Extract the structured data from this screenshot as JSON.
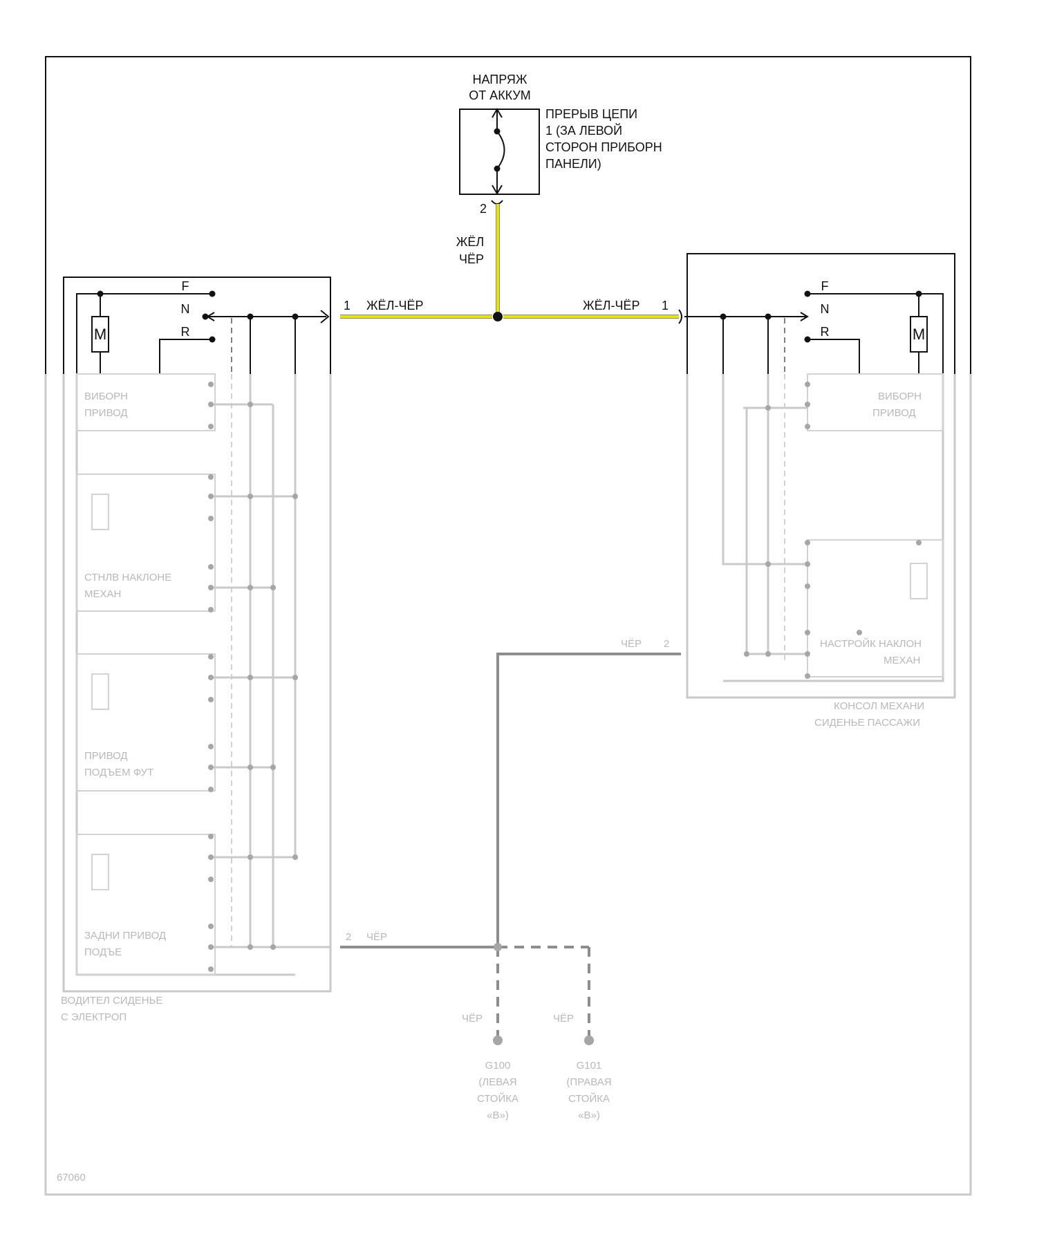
{
  "power": {
    "line1": "НАПРЯЖ",
    "line2": "ОТ АККУМ"
  },
  "breaker": {
    "line1": "ПРЕРЫВ ЦЕПИ",
    "line2": "1 (ЗА ЛЕВОЙ",
    "line3": "СТОРОН ПРИБОРН",
    "line4": "ПАНЕЛИ)",
    "pin": "2"
  },
  "vertical_wire": {
    "color1": "ЖЁЛ",
    "color2": "ЧЁР"
  },
  "left_connector": {
    "pin": "1",
    "wire": "ЖЁЛ-ЧЁР"
  },
  "right_connector": {
    "pin": "1",
    "wire": "ЖЁЛ-ЧЁР"
  },
  "switch_labels": {
    "f": "F",
    "n": "N",
    "r": "R"
  },
  "motor_label": "M",
  "colors": {
    "power_wire": "#e7e400",
    "ground_wire": "#8d8d8d",
    "line": "#111111"
  }
}
